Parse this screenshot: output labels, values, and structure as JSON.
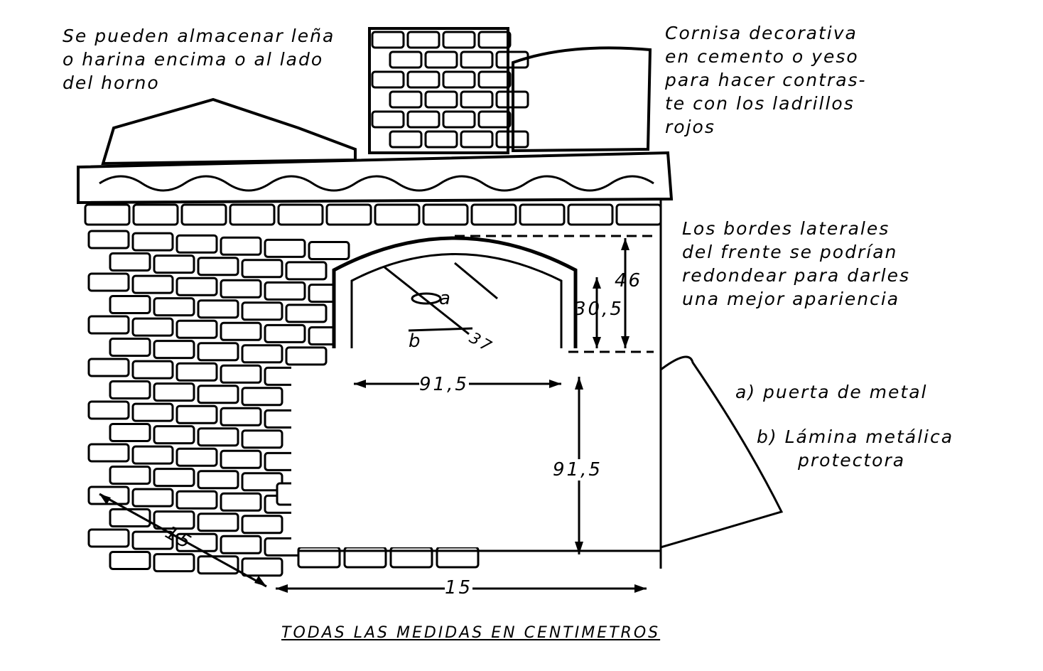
{
  "notes": {
    "storage": [
      "Se pueden almacenar leña",
      "o harina encima o al lado",
      "del horno"
    ],
    "cornice": [
      "Cornisa decorativa",
      "en cemento o yeso",
      "para hacer contras-",
      "te con los ladrillos",
      "rojos"
    ],
    "edges": [
      "Los bordes laterales",
      "del frente se podrían",
      "redondear para darles",
      "una mejor apariencia"
    ],
    "legend_a": "a) puerta de metal",
    "legend_b": [
      "b) Lámina metálica",
      "protectora"
    ]
  },
  "markers": {
    "a": "a",
    "b": "b",
    "angle": "37"
  },
  "dimensions": {
    "arch_height": "46",
    "opening_height": "30,5",
    "opening_width": "91,5",
    "base_height": "91,5",
    "front_width": "15",
    "side_depth": "15"
  },
  "caption": "TODAS LAS MEDIDAS EN CENTIMETROS"
}
